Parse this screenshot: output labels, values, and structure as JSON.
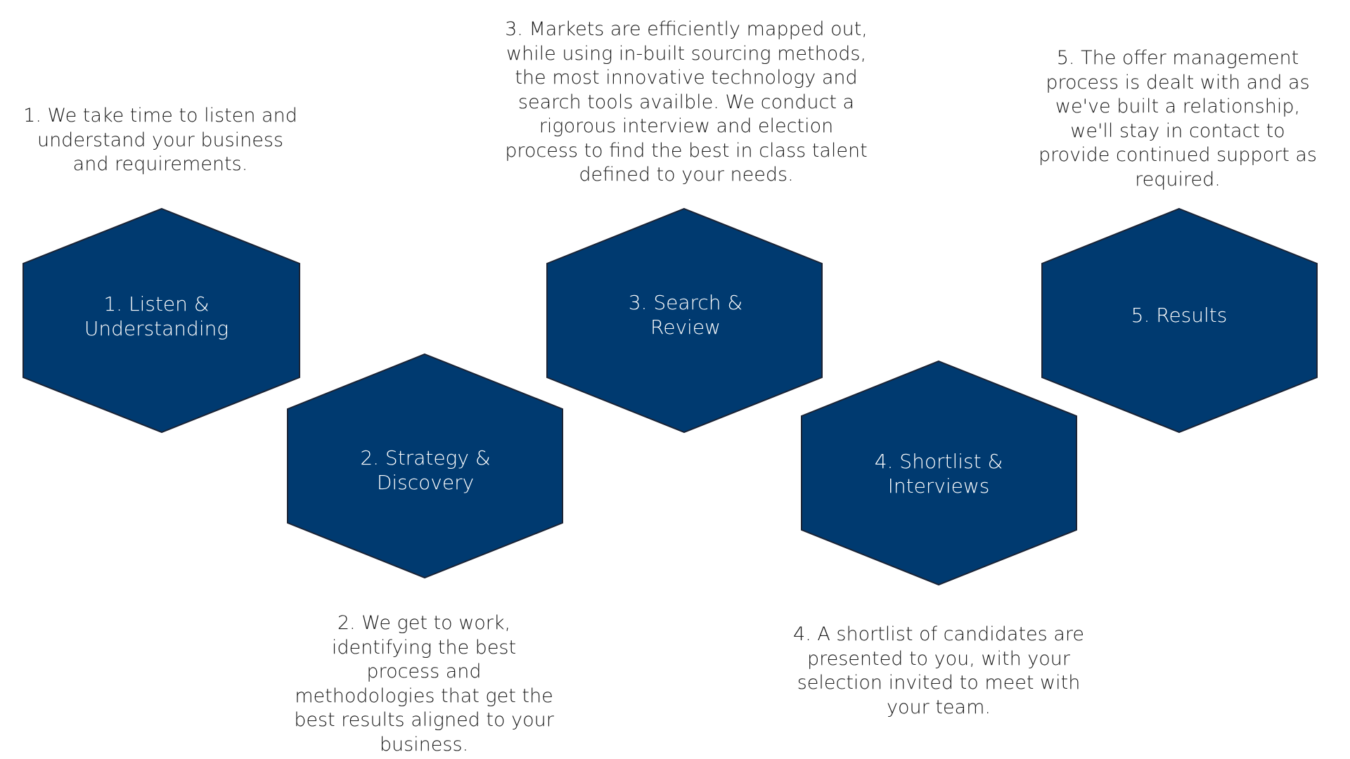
{
  "colors": {
    "hex_fill": "#003a70",
    "hex_stroke": "#1a2335",
    "label_text": "#ffffff",
    "body_text": "#1b1b1b",
    "background": "#ffffff"
  },
  "steps": [
    {
      "label": "1.  Listen & Understanding",
      "description": "1.  We take time to listen and understand your business and requirements."
    },
    {
      "label": "2.  Strategy & Discovery",
      "description": "2.  We get to work, identifying the best process and methodologies that get the best results aligned to your business."
    },
    {
      "label": "3.  Search & Review",
      "description": "3.  Markets are efficiently mapped out, while using in-built sourcing methods, the most innovative technology and search tools availble.  We conduct a rigorous interview and election process to find the best in class talent defined to your needs."
    },
    {
      "label": "4.  Shortlist & Interviews",
      "description": "4.  A shortlist of candidates are presented to you, with your selection invited to meet with your team."
    },
    {
      "label": "5.  Results",
      "description": "5.  The offer management process is dealt with and as we've built a relationship, we'll stay in contact to provide continued support as required."
    }
  ]
}
